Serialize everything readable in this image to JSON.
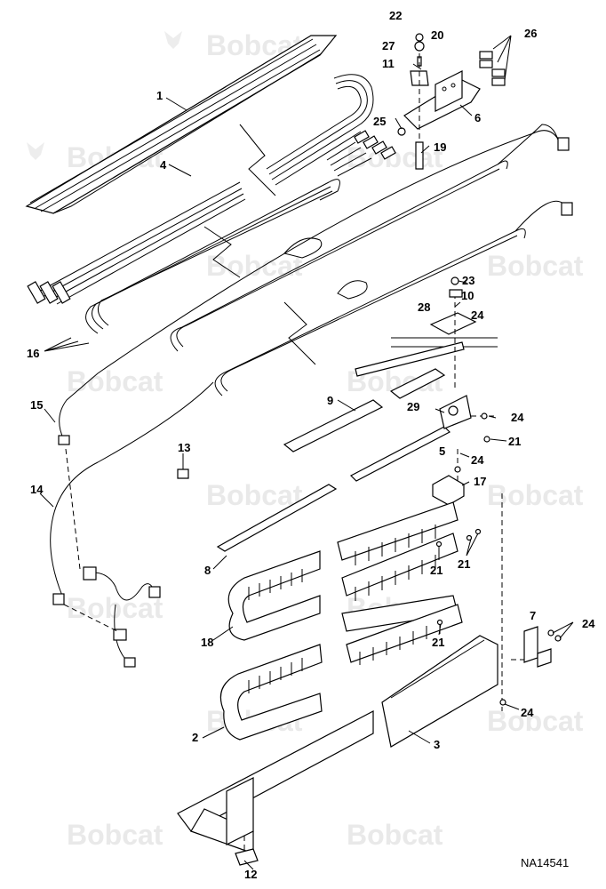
{
  "watermark": {
    "text": "Bobcat",
    "registered": "®"
  },
  "drawing_code": "NA14541",
  "callouts": [
    {
      "id": "c1",
      "label": "1"
    },
    {
      "id": "c2",
      "label": "2"
    },
    {
      "id": "c3",
      "label": "3"
    },
    {
      "id": "c4",
      "label": "4"
    },
    {
      "id": "c5",
      "label": "5"
    },
    {
      "id": "c6",
      "label": "6"
    },
    {
      "id": "c7",
      "label": "7"
    },
    {
      "id": "c8",
      "label": "8"
    },
    {
      "id": "c9",
      "label": "9"
    },
    {
      "id": "c10",
      "label": "10"
    },
    {
      "id": "c11",
      "label": "11"
    },
    {
      "id": "c12",
      "label": "12"
    },
    {
      "id": "c13",
      "label": "13"
    },
    {
      "id": "c14",
      "label": "14"
    },
    {
      "id": "c15",
      "label": "15"
    },
    {
      "id": "c16",
      "label": "16"
    },
    {
      "id": "c17",
      "label": "17"
    },
    {
      "id": "c18",
      "label": "18"
    },
    {
      "id": "c19",
      "label": "19"
    },
    {
      "id": "c20",
      "label": "20"
    },
    {
      "id": "c21a",
      "label": "21"
    },
    {
      "id": "c21b",
      "label": "21"
    },
    {
      "id": "c21c",
      "label": "21"
    },
    {
      "id": "c21d",
      "label": "21"
    },
    {
      "id": "c22",
      "label": "22"
    },
    {
      "id": "c23",
      "label": "23"
    },
    {
      "id": "c24a",
      "label": "24"
    },
    {
      "id": "c24b",
      "label": "24"
    },
    {
      "id": "c24c",
      "label": "24"
    },
    {
      "id": "c24d",
      "label": "24"
    },
    {
      "id": "c24e",
      "label": "24"
    },
    {
      "id": "c25",
      "label": "25"
    },
    {
      "id": "c26",
      "label": "26"
    },
    {
      "id": "c27",
      "label": "27"
    },
    {
      "id": "c28",
      "label": "28"
    },
    {
      "id": "c29",
      "label": "29"
    }
  ]
}
